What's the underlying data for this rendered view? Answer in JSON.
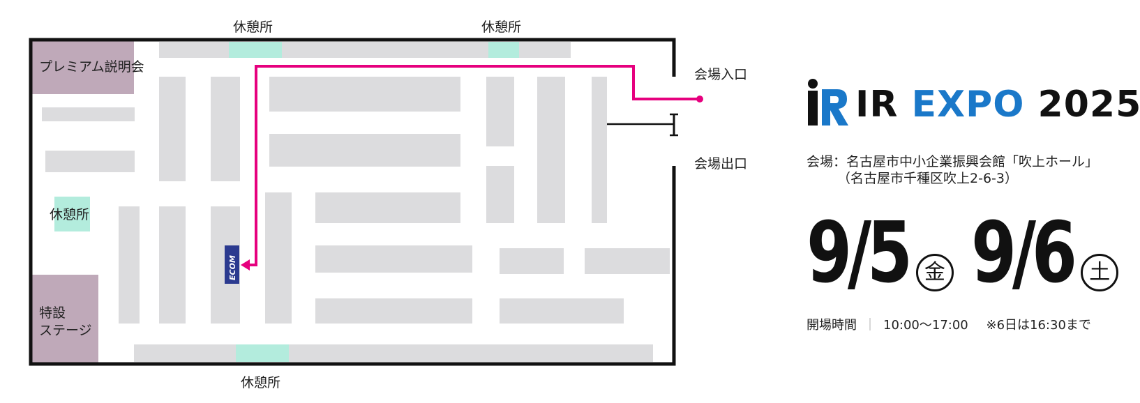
{
  "map": {
    "rest_top_1": "休憩所",
    "rest_top_2": "休憩所",
    "rest_left": "休憩所",
    "rest_bottom": "休憩所",
    "premium_session": "プレミアム説明会",
    "special_stage_line1": "特設",
    "special_stage_line2": "ステージ",
    "entrance": "会場入口",
    "exit": "会場出口",
    "booth_logo": "ECOM",
    "route_color": "#e6007e",
    "booth_color": "#dcdcde",
    "rest_color": "#b3ecdd",
    "special_color": "#bfa9b9",
    "ecom_color": "#2b3a8f"
  },
  "event": {
    "logo_ir": "IR",
    "logo_expo": "EXPO",
    "logo_year": "2025",
    "logo_mark_icon": "ir-logo-mark-icon",
    "venue_line": "会場：名古屋市中小企業振興会館「吹上ホール」",
    "venue_address": "（名古屋市千種区吹上2-6-3）",
    "day1_date": "9/5",
    "day1_dow": "金",
    "day2_date": "9/6",
    "day2_dow": "土",
    "hours_label": "開場時間",
    "hours_separator": "｜",
    "hours_value": "10:00～17:00",
    "hours_note": "※6日は16:30まで",
    "brand_blue": "#1a78c9"
  }
}
